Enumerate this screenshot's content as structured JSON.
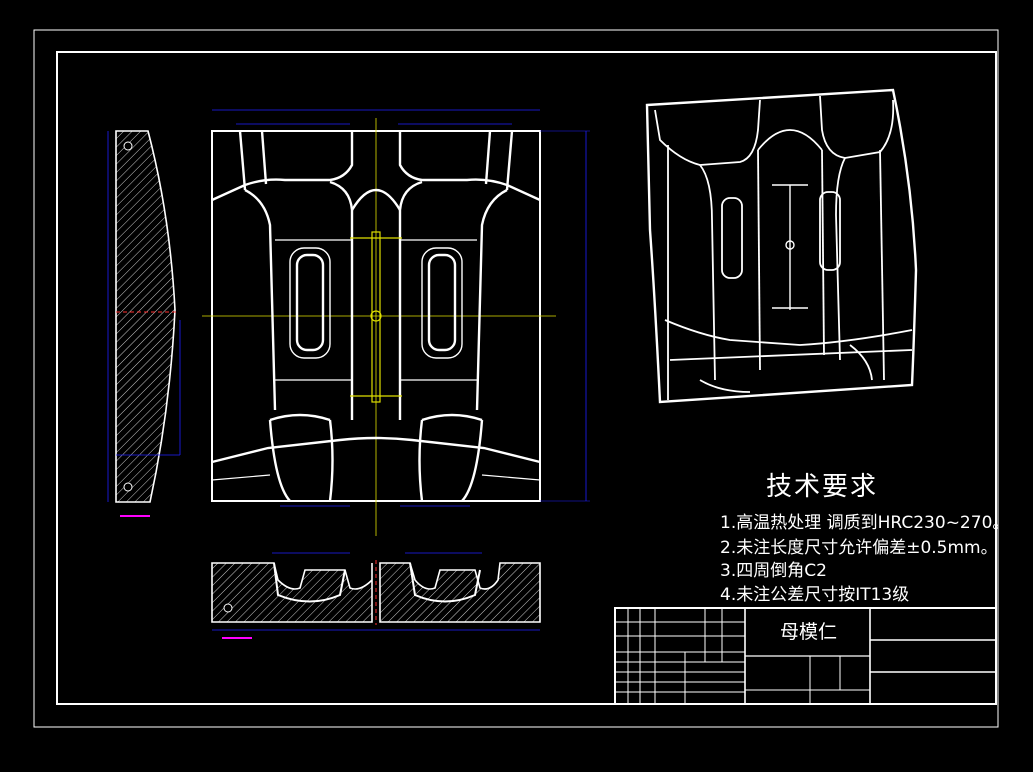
{
  "drawing": {
    "notes_title": "技术要求",
    "notes": [
      "1.高温热处理  调质到HRC230~270。",
      "2.未注长度尺寸允许偏差±0.5mm。",
      "3.四周倒角C2",
      "4.未注公差尺寸按IT13级"
    ],
    "part_name": "母模仁"
  },
  "colors": {
    "background": "#000000",
    "lines": "#ffffff",
    "dimension": "#1f1fff",
    "centerline": "#e0e000",
    "accent": "#ff00ff"
  }
}
